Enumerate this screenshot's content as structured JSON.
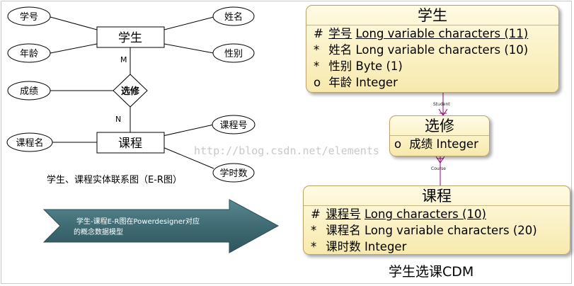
{
  "er": {
    "student": "学生",
    "course": "课程",
    "select": "选修",
    "attr_student_no": "学号",
    "attr_name": "姓名",
    "attr_age": "年龄",
    "attr_gender": "性别",
    "attr_grade": "成绩",
    "attr_course_name": "课程名",
    "attr_course_no": "课程号",
    "attr_hours": "学时数",
    "card_m": "M",
    "card_n": "N",
    "caption": "学生、课程实体联系图（E-R图）"
  },
  "watermark": "http://blog.csdn.net/elements",
  "arrow_text_line1": "学生-课程E-R图在Powerdesigner对应",
  "arrow_text_line2": "的概念数据模型",
  "cdm": {
    "student": {
      "title": "学生",
      "rows": [
        {
          "mark": "#",
          "name": "学号",
          "type": "Long variable characters (11)"
        },
        {
          "mark": "*",
          "name": "姓名",
          "type": "Long variable characters (10)"
        },
        {
          "mark": "*",
          "name": "性别",
          "type": "Byte (1)"
        },
        {
          "mark": "o",
          "name": "年龄",
          "type": "Integer"
        }
      ]
    },
    "select": {
      "title": "选修",
      "rows": [
        {
          "mark": "o",
          "name": "成绩",
          "type": "Integer"
        }
      ]
    },
    "course": {
      "title": "课程",
      "rows": [
        {
          "mark": "#",
          "name": "课程号",
          "type": "Long characters (10)"
        },
        {
          "mark": "*",
          "name": "课程名",
          "type": "Long variable characters (20)"
        },
        {
          "mark": "*",
          "name": "课时数",
          "type": "Integer"
        }
      ]
    },
    "link_student": "Student",
    "link_course": "Course",
    "caption": "学生选课CDM"
  },
  "colors": {
    "arrow_fill": "#3f6b74",
    "entity_border": "#b9a36a",
    "link_line": "#a0006e"
  }
}
